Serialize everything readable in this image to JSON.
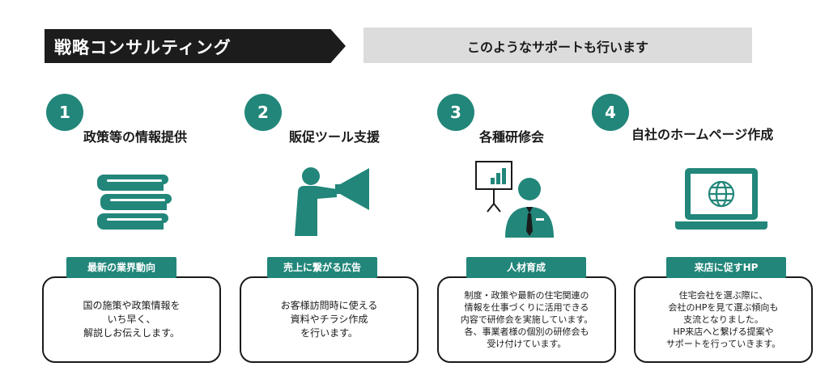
{
  "header": {
    "main_title": "戦略コンサルティング",
    "sub_title": "このようなサポートも行います"
  },
  "colors": {
    "accent": "#22867a",
    "dark": "#1c1c1c",
    "gray": "#dcdcdc"
  },
  "cards": [
    {
      "number": "1",
      "title": "政策等の情報提供",
      "icon": "books-icon",
      "badge": "最新の業界動向",
      "text": "国の施策や政策情報を\nいち早く、\n解説しお伝えします。"
    },
    {
      "number": "2",
      "title": "販促ツール支援",
      "icon": "megaphone-icon",
      "badge": "売上に繋がる広告",
      "text": "お客様訪問時に使える\n資料やチラシ作成\nを行います。"
    },
    {
      "number": "3",
      "title": "各種研修会",
      "icon": "presenter-icon",
      "badge": "人材育成",
      "text": "制度・政策や最新の住宅関連の\n情報を仕事づくりに活用できる\n内容で研修会を実施しています。\n各、事業者様の個別の研修会も\n受け付けています。"
    },
    {
      "number": "4",
      "title": "自社のホームページ作成",
      "icon": "laptop-globe-icon",
      "badge": "来店に促すHP",
      "text": "住宅会社を選ぶ際に、\n会社のHPを見て選ぶ傾向も\n支流となりました。\nHP来店へと繋げる提案や\nサポートを行っていきます。"
    }
  ]
}
